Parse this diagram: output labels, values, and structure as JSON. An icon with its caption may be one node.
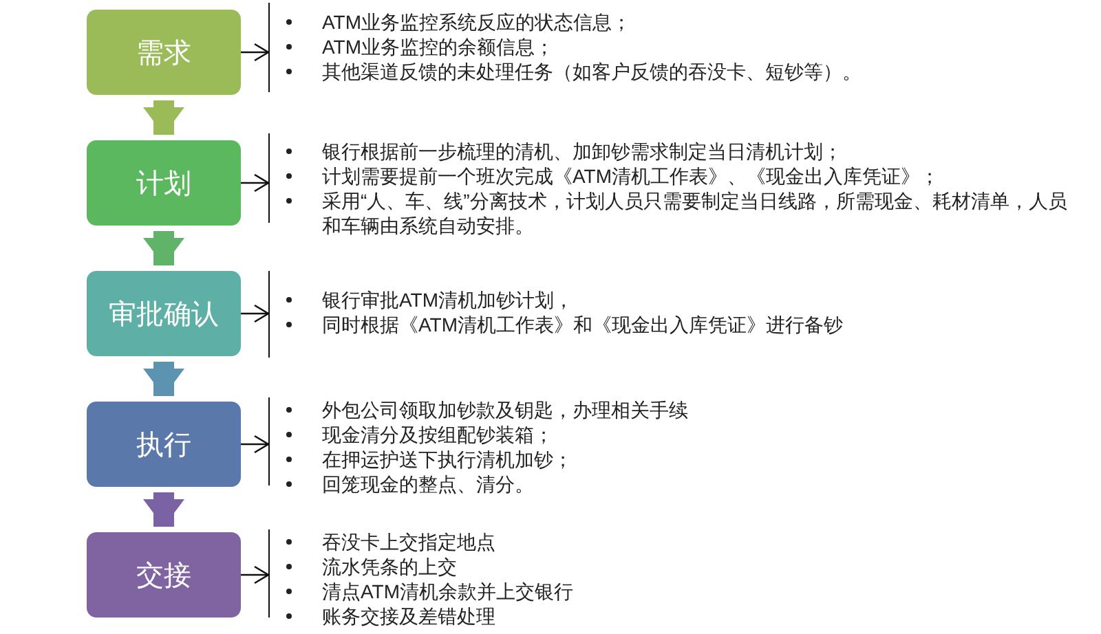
{
  "diagram": {
    "nodes": [
      {
        "text": [
          "需求"
        ]
      },
      {
        "text": [
          "ATM业务监控系统反应的状态信息；",
          "ATM业务监控的余额信息；",
          "其他渠道反馈的未处理任务（如客户反馈的吞没卡、短钞等）。"
        ]
      },
      {
        "text": [
          "计划"
        ]
      },
      {
        "text": [
          "银行根据前一步梳理的清机、加卸钞需求制定当日清机计划；",
          "计划需要提前一个班次完成《ATM清机工作表》、《现金出入库凭证》；",
          "采用“人、车、线”分离技术，计划人员只需要制定当日线路，所需现金、耗材清单，人员和车辆由系统自动安排。"
        ]
      },
      {
        "text": [
          "审批确认"
        ]
      },
      {
        "text": [
          "银行审批ATM清机加钞计划，",
          "同时根据《ATM清机工作表》和《现金出入库凭证》进行备钞"
        ]
      },
      {
        "text": [
          "执行"
        ]
      },
      {
        "text": [
          "外包公司领取加钞款及钥匙，办理相关手续",
          "现金清分及按组配钞装箱；",
          "在押运护送下执行清机加钞；",
          "回笼现金的整点、清分。"
        ]
      },
      {
        "text": [
          "交接"
        ]
      },
      {
        "text": [
          "吞没卡上交指定地点",
          "流水凭条的上交",
          "清点ATM清机余款并上交银行",
          "账务交接及差错处理"
        ]
      }
    ],
    "edges": [
      {
        "from": 0,
        "to": 1,
        "arrow": "to"
      },
      {
        "from": 0,
        "to": 2,
        "arrow": "to",
        "style": "thick",
        "color": "#9bbb59"
      },
      {
        "from": 2,
        "to": 3,
        "arrow": "to"
      },
      {
        "from": 2,
        "to": 4,
        "arrow": "to",
        "style": "thick",
        "color": "#5fb46a"
      },
      {
        "from": 4,
        "to": 5,
        "arrow": "to"
      },
      {
        "from": 4,
        "to": 6,
        "arrow": "to",
        "style": "thick",
        "color": "#5b93b1"
      },
      {
        "from": 6,
        "to": 7,
        "arrow": "to"
      },
      {
        "from": 6,
        "to": 8,
        "arrow": "to",
        "style": "thick",
        "color": "#7a62a4"
      },
      {
        "from": 8,
        "to": 9,
        "arrow": "to"
      }
    ]
  }
}
